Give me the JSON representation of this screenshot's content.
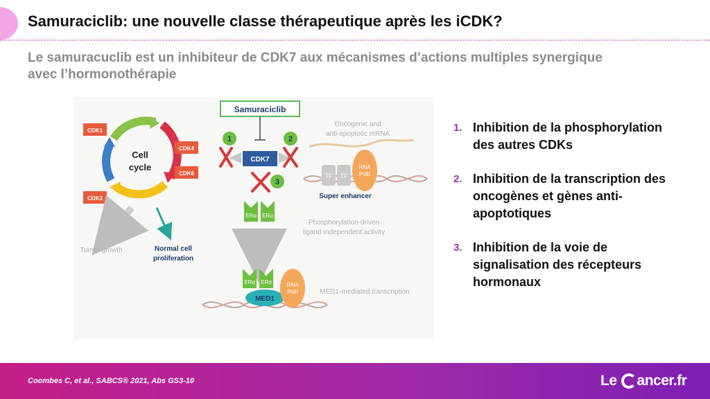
{
  "slide": {
    "title": "Samuraciclib: une nouvelle classe thérapeutique après les iCDK?",
    "subtitle": "Le samuracuclib est un inhibiteur de CDK7 aux mécanismes d’actions multiples synergique avec l’hormonothérapie"
  },
  "figure": {
    "drug": "Samuraciclib",
    "cell_cycle": [
      "Cell",
      "cycle"
    ],
    "cdk1": "CDK1",
    "cdk2": "CDK2",
    "cdk4": "CDK4",
    "cdk6": "CDK6",
    "cdk7": "CDK7",
    "tumor_growth": "Tumor growth",
    "normal_cell": [
      "Normal cell",
      "proliferation"
    ],
    "oncogenic": [
      "Oncogenic and",
      "anti-apoptotic mRNA"
    ],
    "tf": "TF",
    "rna": "RNA",
    "pol": "PolII",
    "super_enhancer": "Super enhancer",
    "er": "ERα",
    "phospho": [
      "Phosphorylation-driven",
      "ligand-independent activity"
    ],
    "med1": "MED1",
    "med1_transcription": "MED1-mediated transcription",
    "markers": [
      "1",
      "2",
      "3"
    ]
  },
  "points": [
    {
      "num": "1.",
      "text": "Inhibition de la phosphorylation des autres CDKs"
    },
    {
      "num": "2.",
      "text": "Inhibition de la transcription des oncogènes et gènes anti-apoptotiques"
    },
    {
      "num": "3.",
      "text": "Inhibition de la voie de signalisation des récepteurs hormonaux"
    }
  ],
  "footer": {
    "citation": "Coombes C, et al., SABCS® 2021, Abs GS3-10",
    "logo_prefix": "Le",
    "logo_suffix": "ancer.fr"
  }
}
